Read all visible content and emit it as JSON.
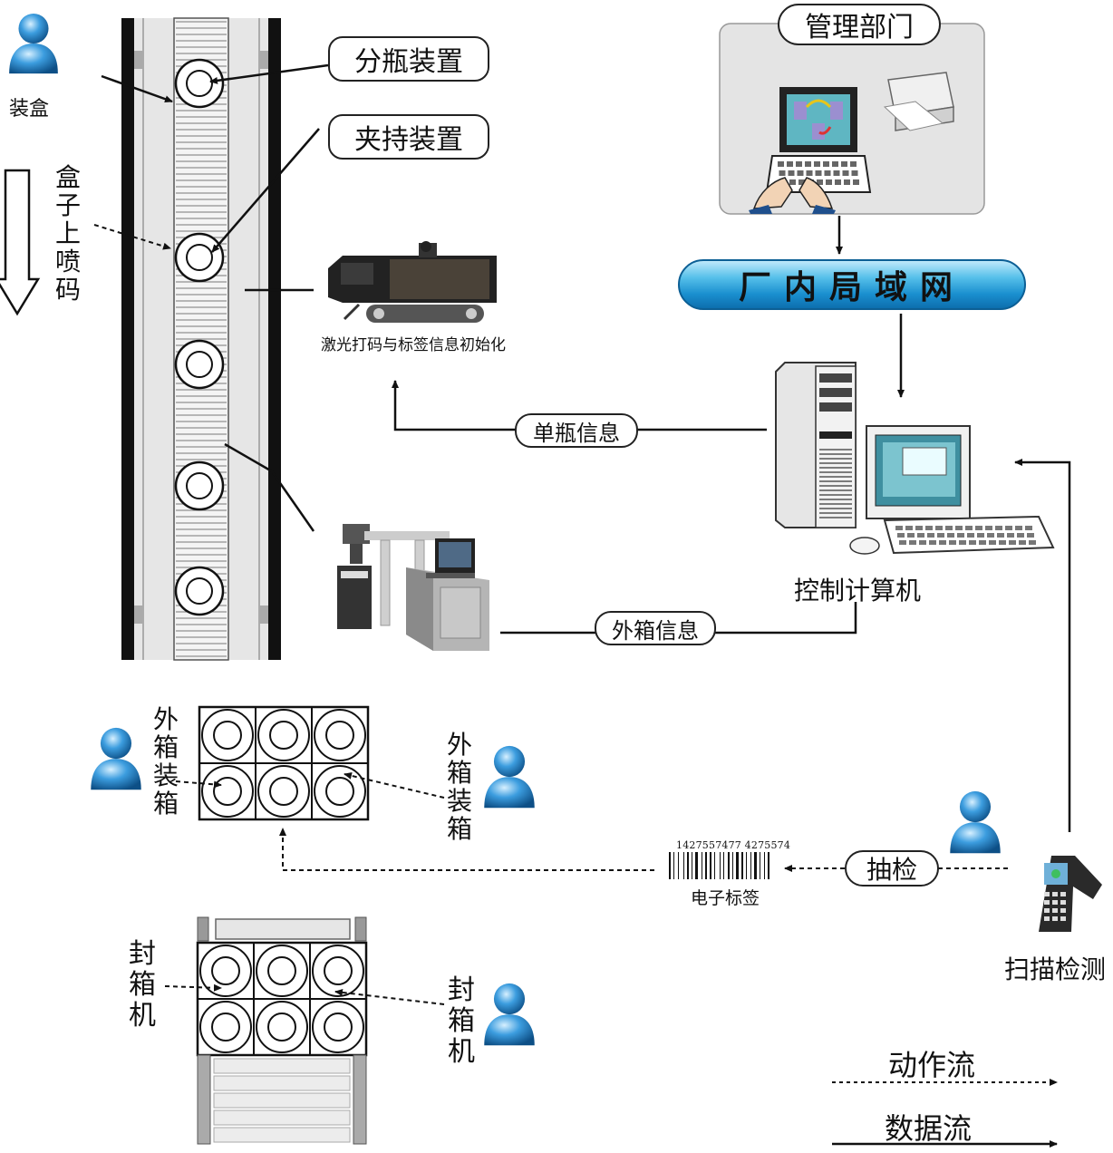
{
  "labels": {
    "box_packing": "装盒",
    "bottle_splitter": "分瓶装置",
    "clamping_device": "夹持装置",
    "box_printing": "盒子上喷码",
    "laser_init": "激光打码与标签信息初始化",
    "management": "管理部门",
    "lan": "厂内局域网",
    "single_bottle_info": "单瓶信息",
    "control_computer": "控制计算机",
    "outer_box_info": "外箱信息",
    "outer_box_packing_left": "外箱装箱",
    "outer_box_packing_right": "外箱装箱",
    "sampling": "抽检",
    "barcode_number": "1427557477 4275574",
    "electronic_label": "电子标签",
    "scan_detect": "扫描检测",
    "sealer_left": "封箱机",
    "sealer_right": "封箱机",
    "action_flow": "动作流",
    "data_flow": "数据流"
  },
  "icons": [
    "person-icon",
    "computer-icon",
    "printer-icon",
    "server-icon",
    "laser-coder-icon",
    "laser-marking-machine-icon",
    "barcode-icon",
    "handheld-scanner-icon"
  ],
  "colors": {
    "person_blue": "#1f7fc4",
    "lan_blue": "#1a8fcf",
    "panel_gray": "#e4e4e4",
    "screen_teal": "#5fb6c2"
  }
}
